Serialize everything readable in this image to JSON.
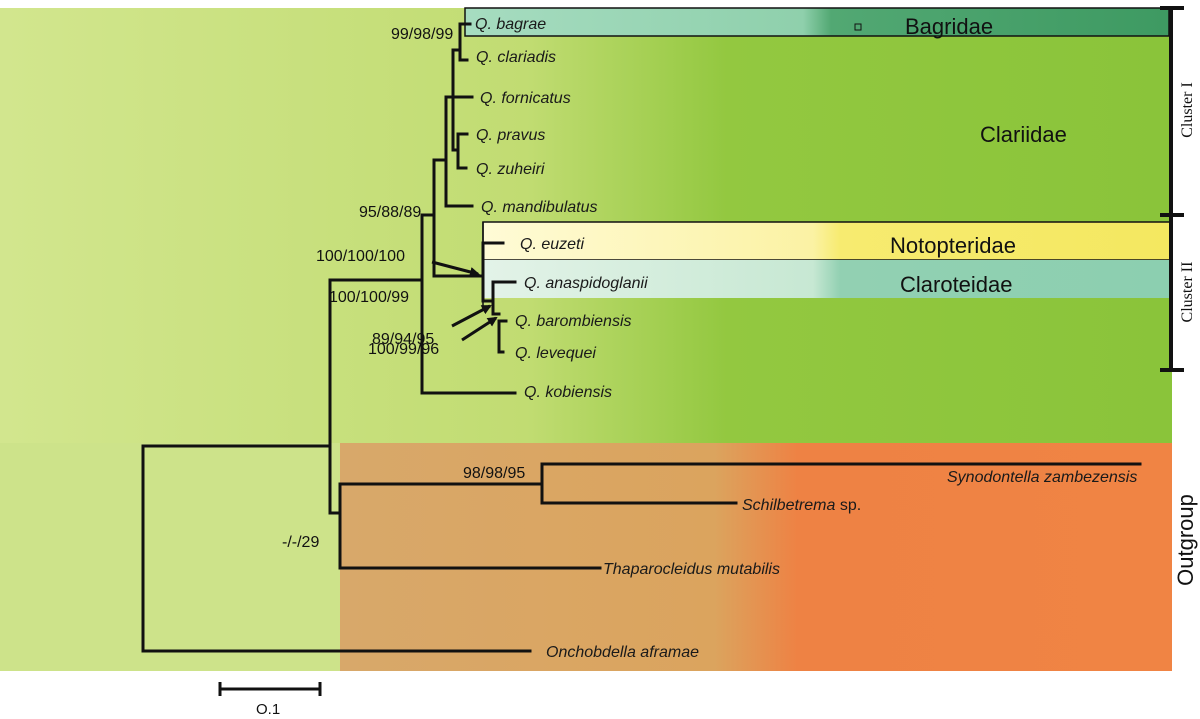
{
  "families": {
    "bagridae": "Bagridae",
    "clariidae": "Clariidae",
    "notopteridae": "Notopteridae",
    "claroteidae": "Claroteidae"
  },
  "clusters": {
    "cluster1": "Cluster I",
    "cluster2": "Cluster II",
    "outgroup": "Outgroup"
  },
  "taxa": {
    "bagrae": "Q. bagrae",
    "clariadis": "Q. clariadis",
    "fornicatus": "Q. fornicatus",
    "pravus": "Q. pravus",
    "zuheiri": "Q. zuheiri",
    "mandibulatus": "Q. mandibulatus",
    "euzeti": "Q. euzeti",
    "anaspidoglanii": "Q. anaspidoglanii",
    "barombiensis": "Q. barombiensis",
    "levequei": "Q. levequei",
    "kobiensis": "Q. kobiensis",
    "synodontella": "Synodontella zambezensis",
    "schilbetrema": "Schilbetrema",
    "schilbetrema_sp": " sp.",
    "thaparocleidus": "Thaparocleidus mutabilis",
    "onchobdella": "Onchobdella aframae"
  },
  "support": {
    "s_bagrae": "99/98/99",
    "s_clariidae": "95/88/89",
    "s_cluster2": "100/100/100",
    "s_ingroup": "100/100/99",
    "s_barombiensis": "89/94/95",
    "s_levequei": "100/99/96",
    "s_outgroup": "98/98/95",
    "s_thaparo": "-/-/29"
  },
  "scale": {
    "label": "O.1",
    "value": 0.1
  },
  "colors": {
    "background_light": "#cfe38a",
    "background_green": "#8dc63f",
    "bagridae_light": "#a8dcc2",
    "bagridae_dark": "#46a06a",
    "notopteridae_light": "#fff9c8",
    "notopteridae_dark": "#f6ea68",
    "claroteidae_light": "#d8eee0",
    "claroteidae_dark": "#8ecfb2",
    "outgroup_tan": "#d7a868",
    "outgroup_orange": "#f08040"
  }
}
